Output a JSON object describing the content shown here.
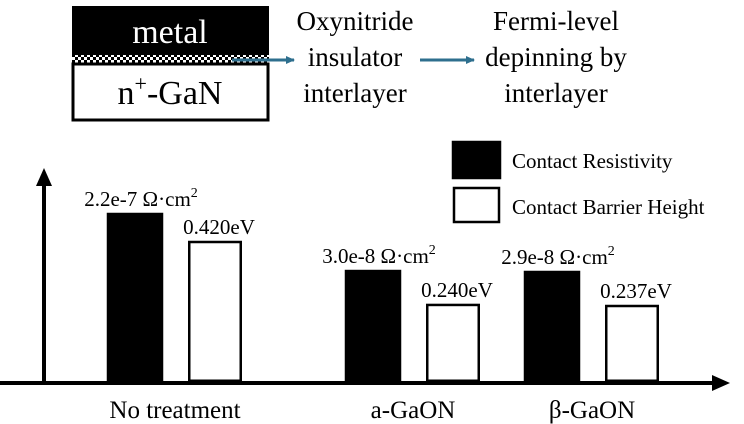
{
  "diagram": {
    "metal_label": "metal",
    "gan_label_main": "n",
    "gan_label_sup": "+",
    "gan_label_tail": "-GaN",
    "step1_lines": [
      "Oxynitride",
      "insulator",
      "interlayer"
    ],
    "step2_lines": [
      "Fermi-level",
      "depinning by",
      "interlayer"
    ],
    "arrow_color": "#2e6f8e"
  },
  "chart_data": {
    "type": "bar",
    "categories": [
      "No treatment",
      "a-GaON",
      "β-GaON"
    ],
    "series": [
      {
        "name": "Contact Resistivity",
        "fill": "#000000",
        "values": [
          2.2e-07,
          3e-08,
          2.9e-08
        ],
        "labels": [
          "2.2e-7 Ω·cm",
          "3.0e-8 Ω·cm",
          "2.9e-8 Ω·cm"
        ],
        "label_sup": "2"
      },
      {
        "name": "Contact Barrier Height",
        "fill": "#ffffff",
        "values": [
          0.42,
          0.24,
          0.237
        ],
        "labels": [
          "0.420eV",
          "0.240eV",
          "0.237eV"
        ]
      }
    ],
    "legend_position": "top-right",
    "grid": false,
    "axes": "arrows, no ticks"
  }
}
